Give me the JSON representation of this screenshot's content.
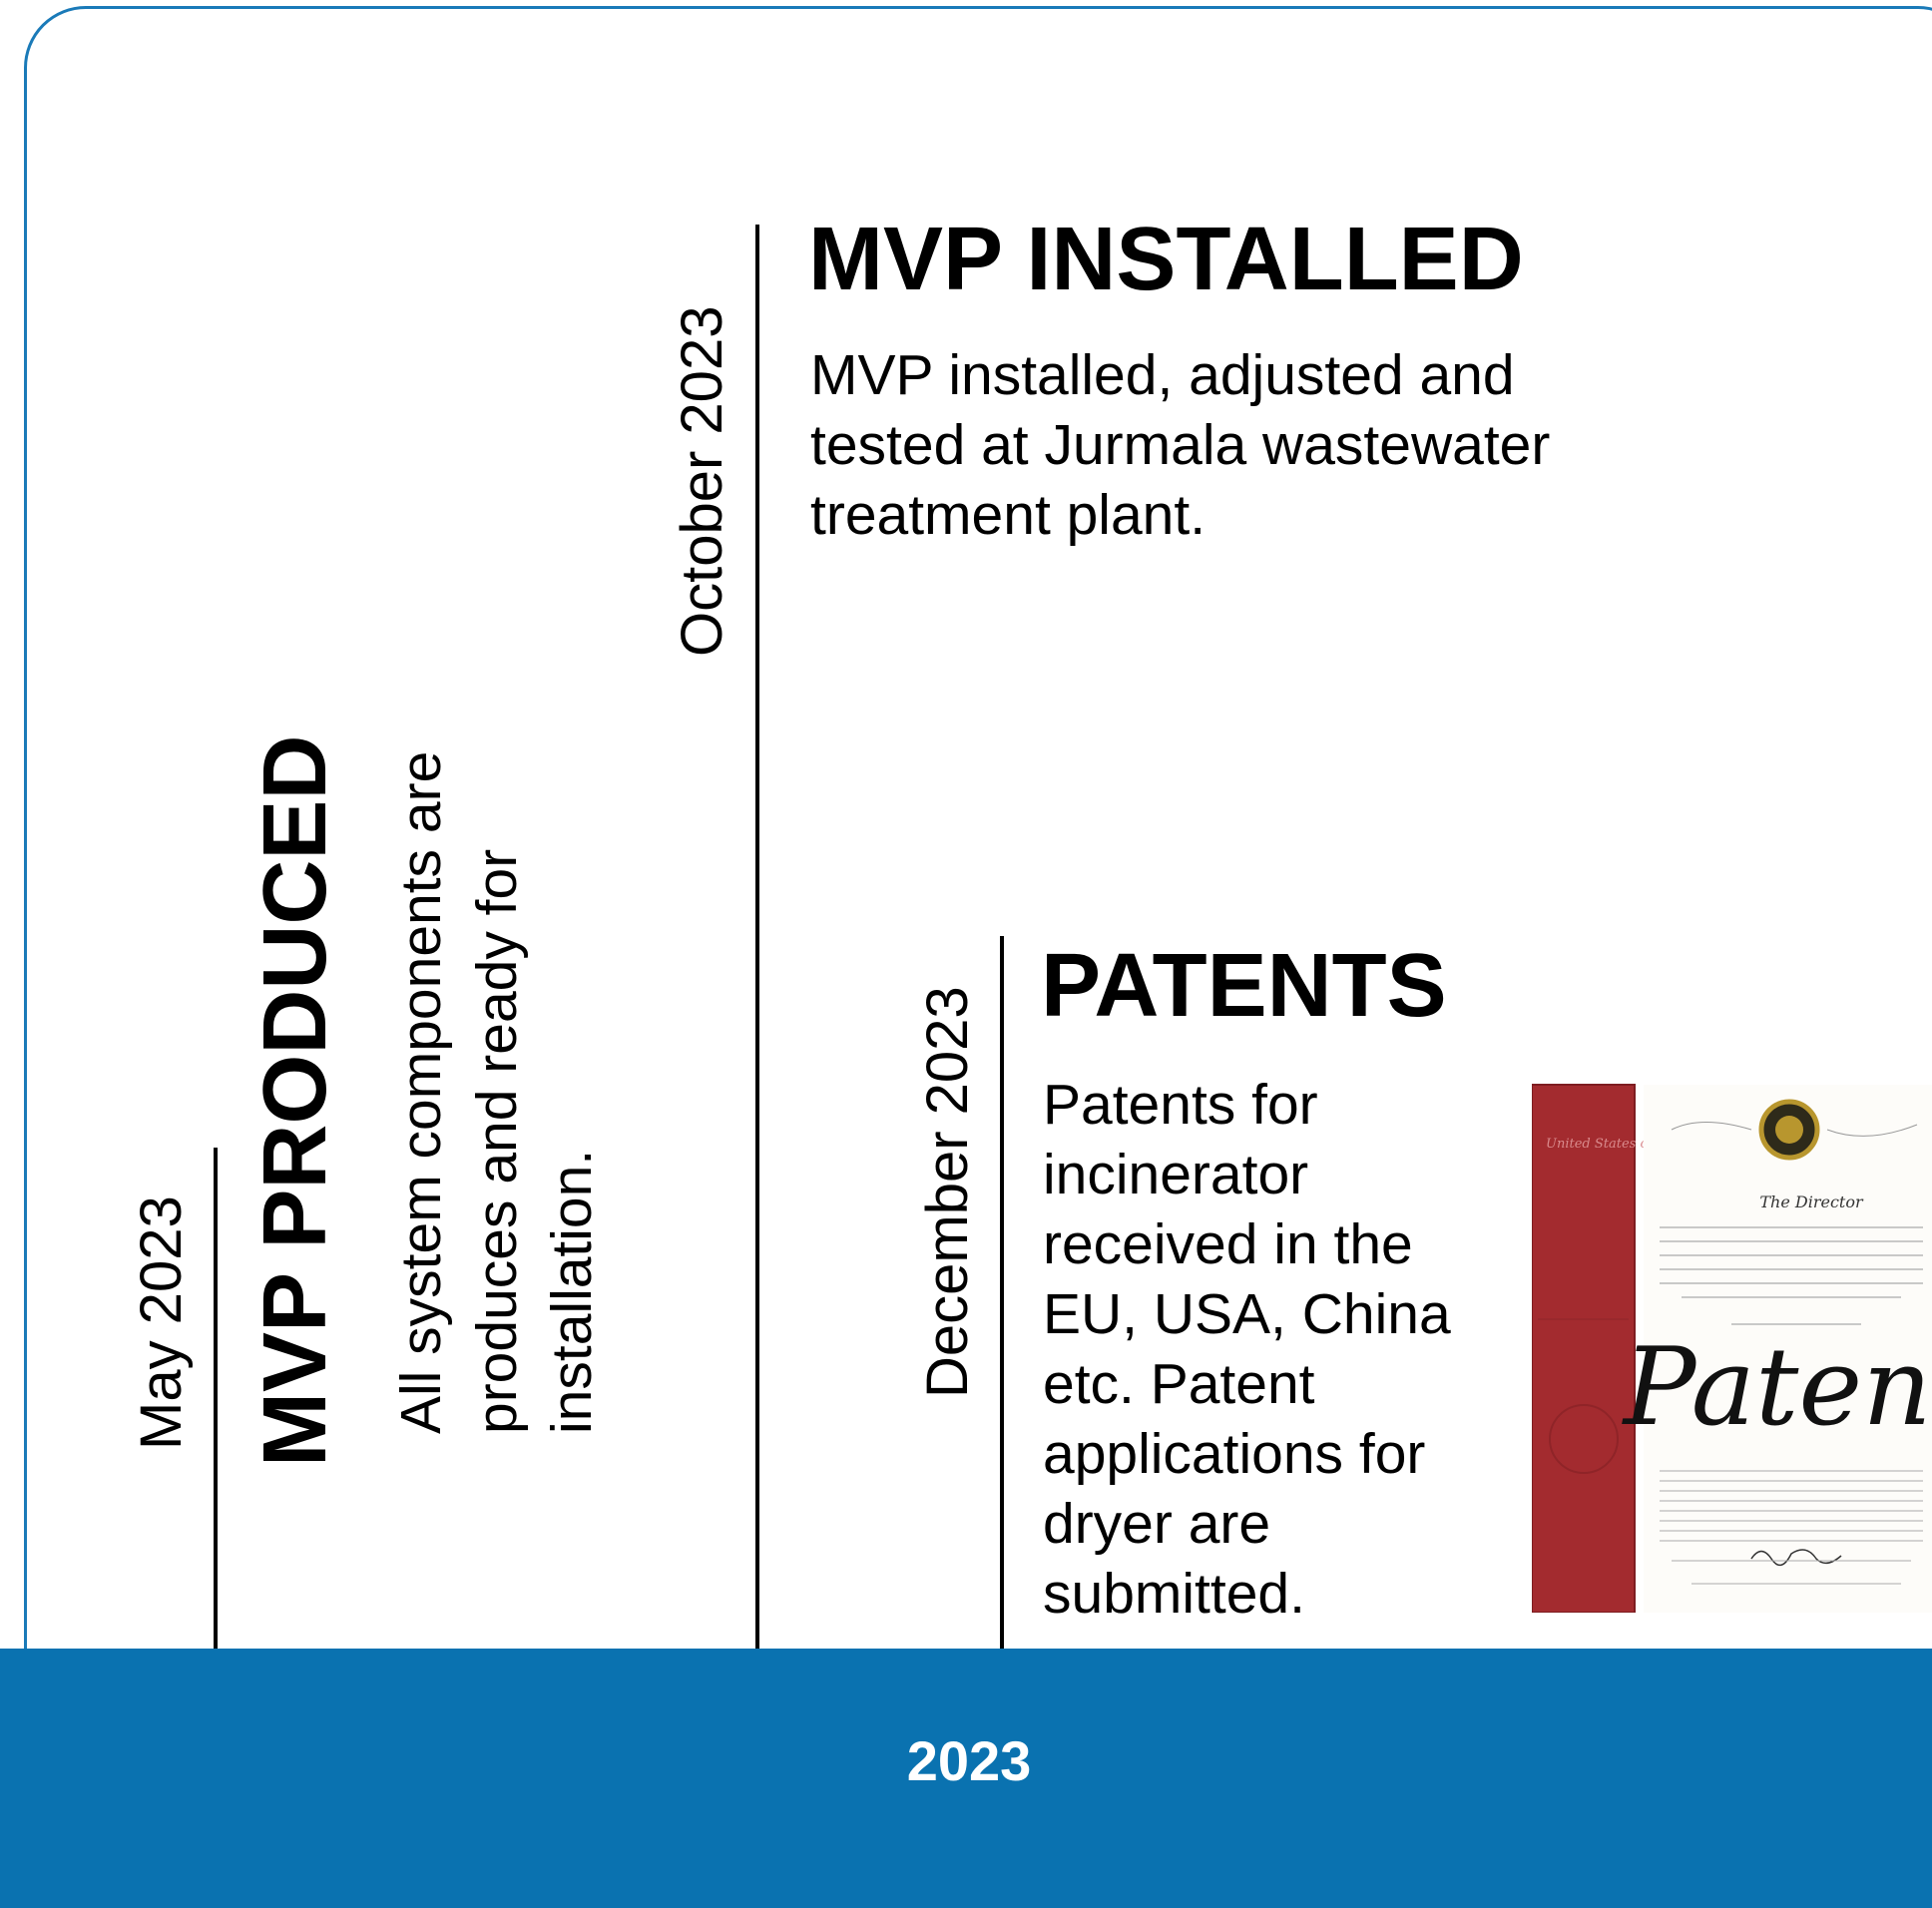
{
  "timeline": {
    "year_label": "2023",
    "events": [
      {
        "date": "May 2023",
        "title": "MVP PRODUCED",
        "description_lines": [
          "All system components are",
          "produces and ready for",
          "installation."
        ]
      },
      {
        "date": "October 2023",
        "title": "MVP INSTALLED",
        "description": "MVP installed, adjusted and\ntested at Jurmala wastewater\ntreatment plant."
      },
      {
        "date": "December 2023",
        "title": "PATENTS",
        "description": "Patents for\nincinerator\nreceived in the\nEU, USA, China\netc. Patent\napplications for\ndryer are\nsubmitted."
      }
    ]
  },
  "patent_image": {
    "cover_text": "United States of America",
    "script_title": "Patent",
    "director_text": "The Director"
  },
  "colors": {
    "accent_blue": "#0a72b0",
    "border_blue": "#1a7ab8",
    "cover_red": "#a32b2f"
  }
}
